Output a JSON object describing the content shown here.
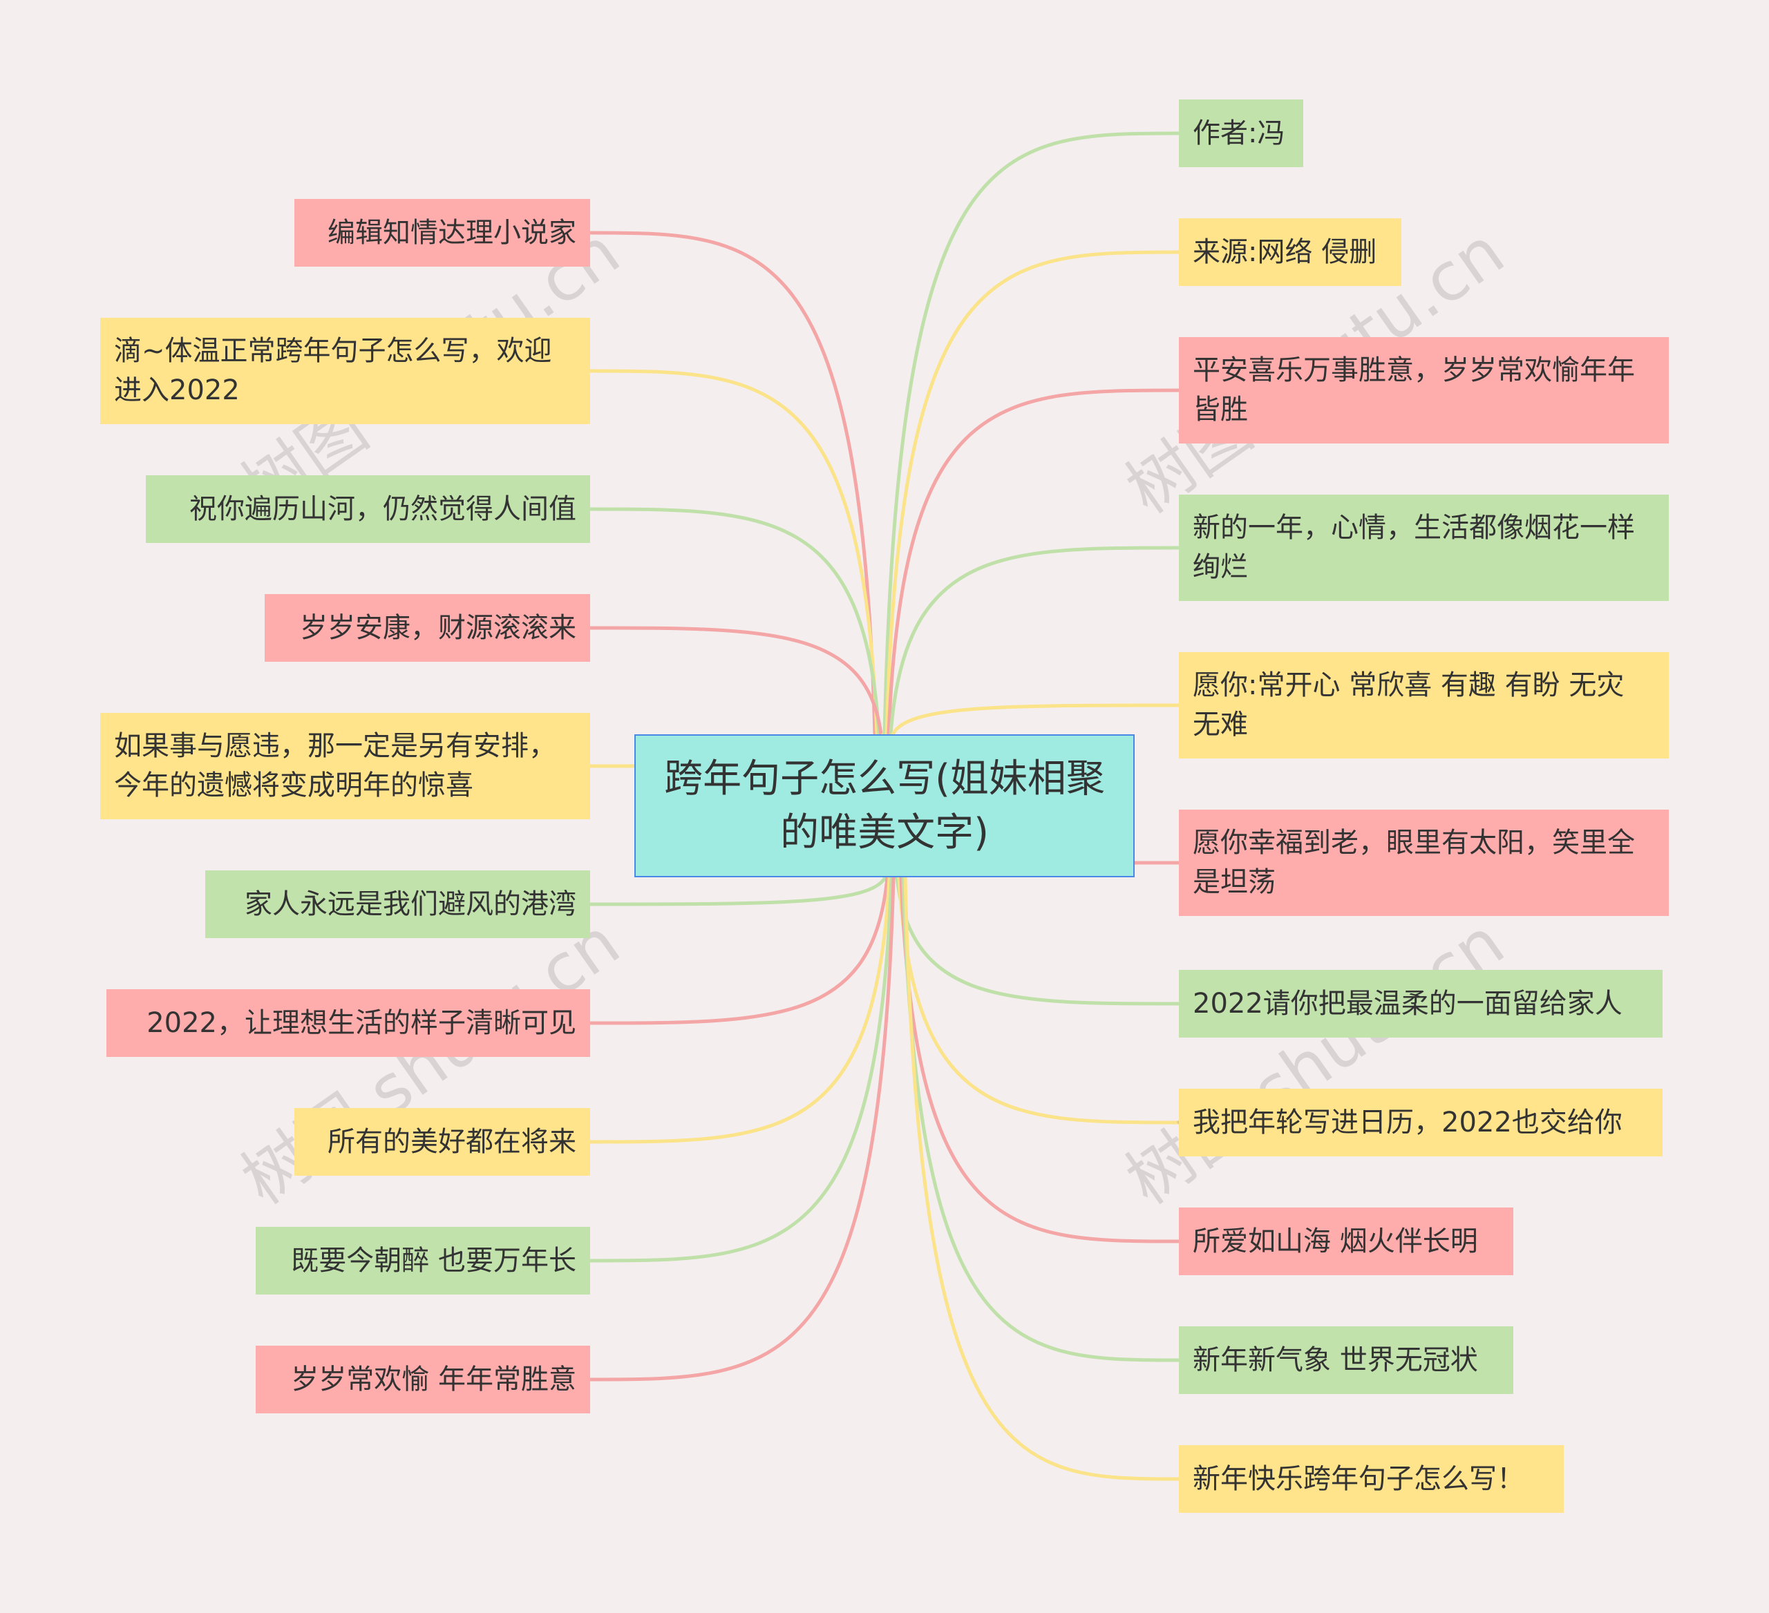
{
  "root": {
    "text": "跨年句子怎么写(姐妹相聚的唯美文字)"
  },
  "colors": {
    "red": "#ffacac",
    "yellow": "#ffe48c",
    "green": "#c2e2ac",
    "center_bg": "#a0ebe1",
    "center_border": "#4a88e8"
  },
  "link_colors": {
    "red": "#f4a5a5",
    "yellow": "#fbe38a",
    "green": "#bfe0a8"
  },
  "left_nodes": [
    {
      "text": "编辑知情达理小说家",
      "color": "red"
    },
    {
      "text": "滴~体温正常跨年句子怎么写，欢迎进入2022",
      "color": "yellow"
    },
    {
      "text": "祝你遍历山河，仍然觉得人间值",
      "color": "green"
    },
    {
      "text": "岁岁安康，财源滚滚来",
      "color": "red"
    },
    {
      "text": "如果事与愿违，那一定是另有安排，今年的遗憾将变成明年的惊喜",
      "color": "yellow"
    },
    {
      "text": "家人永远是我们避风的港湾",
      "color": "green"
    },
    {
      "text": "2022，让理想生活的样子清晰可见",
      "color": "red"
    },
    {
      "text": "所有的美好都在将来",
      "color": "yellow"
    },
    {
      "text": "既要今朝醉 也要万年长",
      "color": "green"
    },
    {
      "text": "岁岁常欢愉 年年常胜意",
      "color": "red"
    }
  ],
  "right_nodes": [
    {
      "text": "作者:冯",
      "color": "green"
    },
    {
      "text": "来源:网络 侵删",
      "color": "yellow"
    },
    {
      "text": "平安喜乐万事胜意，岁岁常欢愉年年皆胜",
      "color": "red"
    },
    {
      "text": "新的一年，心情，生活都像烟花一样绚烂",
      "color": "green"
    },
    {
      "text": "愿你:常开心 常欣喜 有趣 有盼 无灾 无难",
      "color": "yellow"
    },
    {
      "text": "愿你幸福到老，眼里有太阳，笑里全是坦荡",
      "color": "red"
    },
    {
      "text": "2022请你把最温柔的一面留给家人",
      "color": "green"
    },
    {
      "text": "我把年轮写进日历，2022也交给你",
      "color": "yellow"
    },
    {
      "text": "所爱如山海 烟火伴长明",
      "color": "red"
    },
    {
      "text": "新年新气象 世界无冠状",
      "color": "green"
    },
    {
      "text": "新年快乐跨年句子怎么写！",
      "color": "yellow"
    }
  ],
  "watermark": {
    "text": "树图 shutu.cn"
  }
}
